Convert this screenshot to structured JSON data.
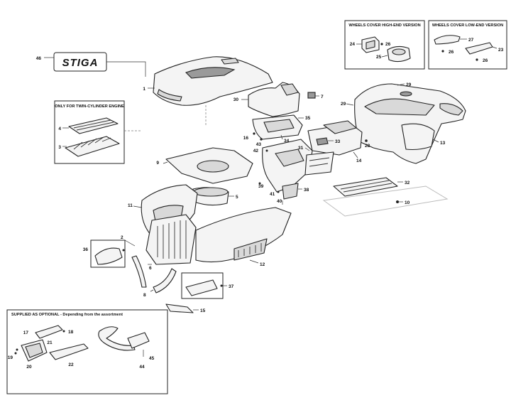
{
  "logo": {
    "text": "STIGA",
    "callout": "46"
  },
  "boxes": {
    "wheels_high": {
      "title": "WHEELS COVER HIGH-END VERSION",
      "callouts": [
        "24",
        "26",
        "25"
      ]
    },
    "wheels_low": {
      "title": "WHEELS COVER LOW-END VERSION",
      "callouts": [
        "27",
        "26",
        "23",
        "26"
      ]
    },
    "twin_cylinder": {
      "title": "ONLY FOR TWIN-CYLINDER ENGINE",
      "callouts": [
        "4",
        "3"
      ]
    },
    "optional": {
      "title": "SUPPLIED AS OPTIONAL - Depending from the assortment",
      "callouts": [
        "17",
        "21",
        "18",
        "19",
        "20",
        "22",
        "45",
        "44"
      ]
    }
  },
  "callouts": {
    "c1": "1",
    "c29a": "29",
    "c29b": "29",
    "c30": "30",
    "c7": "7",
    "c35": "35",
    "c16": "16",
    "c43": "43",
    "c34": "34",
    "c33": "33",
    "c31": "31",
    "c42": "42",
    "c28": "28",
    "c13": "13",
    "c14": "14",
    "c9": "9",
    "c5": "5",
    "c39": "39",
    "c41": "41",
    "c40": "40",
    "c38": "38",
    "c32": "32",
    "c10": "10",
    "c11": "11",
    "c2": "2",
    "c36": "36",
    "c6a": "6",
    "c8": "8",
    "c12": "12",
    "c37": "37",
    "c15": "15"
  }
}
